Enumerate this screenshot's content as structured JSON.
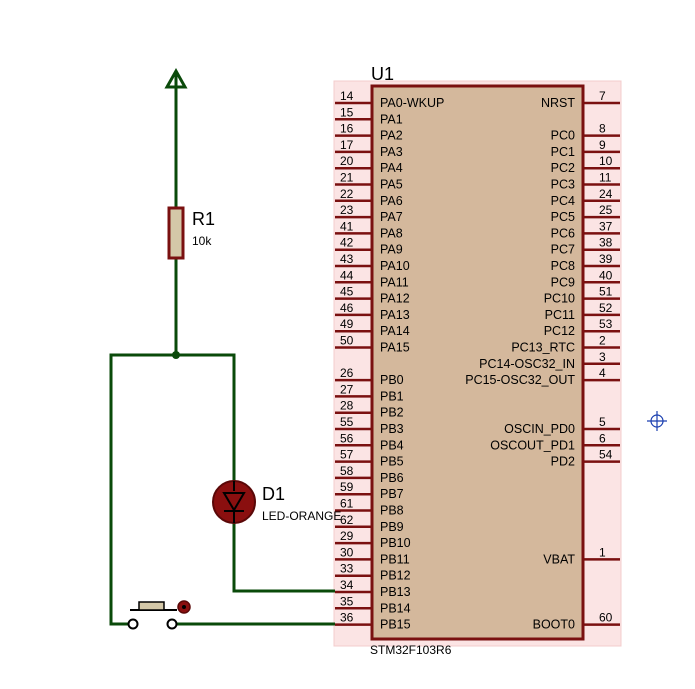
{
  "chip": {
    "ref": "U1",
    "part": "STM32F103R6",
    "body_color": "#d4b89c",
    "halo_color": "#fbe4e4",
    "left_pins": [
      {
        "num": "14",
        "name": "PA0-WKUP"
      },
      {
        "num": "15",
        "name": "PA1"
      },
      {
        "num": "16",
        "name": "PA2"
      },
      {
        "num": "17",
        "name": "PA3"
      },
      {
        "num": "20",
        "name": "PA4"
      },
      {
        "num": "21",
        "name": "PA5"
      },
      {
        "num": "22",
        "name": "PA6"
      },
      {
        "num": "23",
        "name": "PA7"
      },
      {
        "num": "41",
        "name": "PA8"
      },
      {
        "num": "42",
        "name": "PA9"
      },
      {
        "num": "43",
        "name": "PA10"
      },
      {
        "num": "44",
        "name": "PA11"
      },
      {
        "num": "45",
        "name": "PA12"
      },
      {
        "num": "46",
        "name": "PA13"
      },
      {
        "num": "49",
        "name": "PA14"
      },
      {
        "num": "50",
        "name": "PA15"
      },
      {
        "num": "",
        "name": ""
      },
      {
        "num": "26",
        "name": "PB0"
      },
      {
        "num": "27",
        "name": "PB1"
      },
      {
        "num": "28",
        "name": "PB2"
      },
      {
        "num": "55",
        "name": "PB3"
      },
      {
        "num": "56",
        "name": "PB4"
      },
      {
        "num": "57",
        "name": "PB5"
      },
      {
        "num": "58",
        "name": "PB6"
      },
      {
        "num": "59",
        "name": "PB7"
      },
      {
        "num": "61",
        "name": "PB8"
      },
      {
        "num": "62",
        "name": "PB9"
      },
      {
        "num": "29",
        "name": "PB10"
      },
      {
        "num": "30",
        "name": "PB11"
      },
      {
        "num": "33",
        "name": "PB12"
      },
      {
        "num": "34",
        "name": "PB13"
      },
      {
        "num": "35",
        "name": "PB14"
      },
      {
        "num": "36",
        "name": "PB15"
      }
    ],
    "right_pins": [
      {
        "num": "7",
        "name": "NRST"
      },
      {
        "num": "",
        "name": ""
      },
      {
        "num": "8",
        "name": "PC0"
      },
      {
        "num": "9",
        "name": "PC1"
      },
      {
        "num": "10",
        "name": "PC2"
      },
      {
        "num": "11",
        "name": "PC3"
      },
      {
        "num": "24",
        "name": "PC4"
      },
      {
        "num": "25",
        "name": "PC5"
      },
      {
        "num": "37",
        "name": "PC6"
      },
      {
        "num": "38",
        "name": "PC7"
      },
      {
        "num": "39",
        "name": "PC8"
      },
      {
        "num": "40",
        "name": "PC9"
      },
      {
        "num": "51",
        "name": "PC10"
      },
      {
        "num": "52",
        "name": "PC11"
      },
      {
        "num": "53",
        "name": "PC12"
      },
      {
        "num": "2",
        "name": "PC13_RTC"
      },
      {
        "num": "3",
        "name": "PC14-OSC32_IN"
      },
      {
        "num": "4",
        "name": "PC15-OSC32_OUT"
      },
      {
        "num": "",
        "name": ""
      },
      {
        "num": "",
        "name": ""
      },
      {
        "num": "5",
        "name": "OSCIN_PD0"
      },
      {
        "num": "6",
        "name": "OSCOUT_PD1"
      },
      {
        "num": "54",
        "name": "PD2"
      },
      {
        "num": "",
        "name": ""
      },
      {
        "num": "",
        "name": ""
      },
      {
        "num": "",
        "name": ""
      },
      {
        "num": "",
        "name": ""
      },
      {
        "num": "",
        "name": ""
      },
      {
        "num": "1",
        "name": "VBAT"
      },
      {
        "num": "",
        "name": ""
      },
      {
        "num": "",
        "name": ""
      },
      {
        "num": "",
        "name": ""
      },
      {
        "num": "60",
        "name": "BOOT0"
      }
    ]
  },
  "resistor": {
    "ref": "R1",
    "value": "10k",
    "body_color": "#d4c8a8"
  },
  "led": {
    "ref": "D1",
    "value": "LED-ORANGE",
    "body_color": "#8a0f0f"
  },
  "colors": {
    "wire": "#0a4a0a",
    "pin": "#7a1010"
  }
}
